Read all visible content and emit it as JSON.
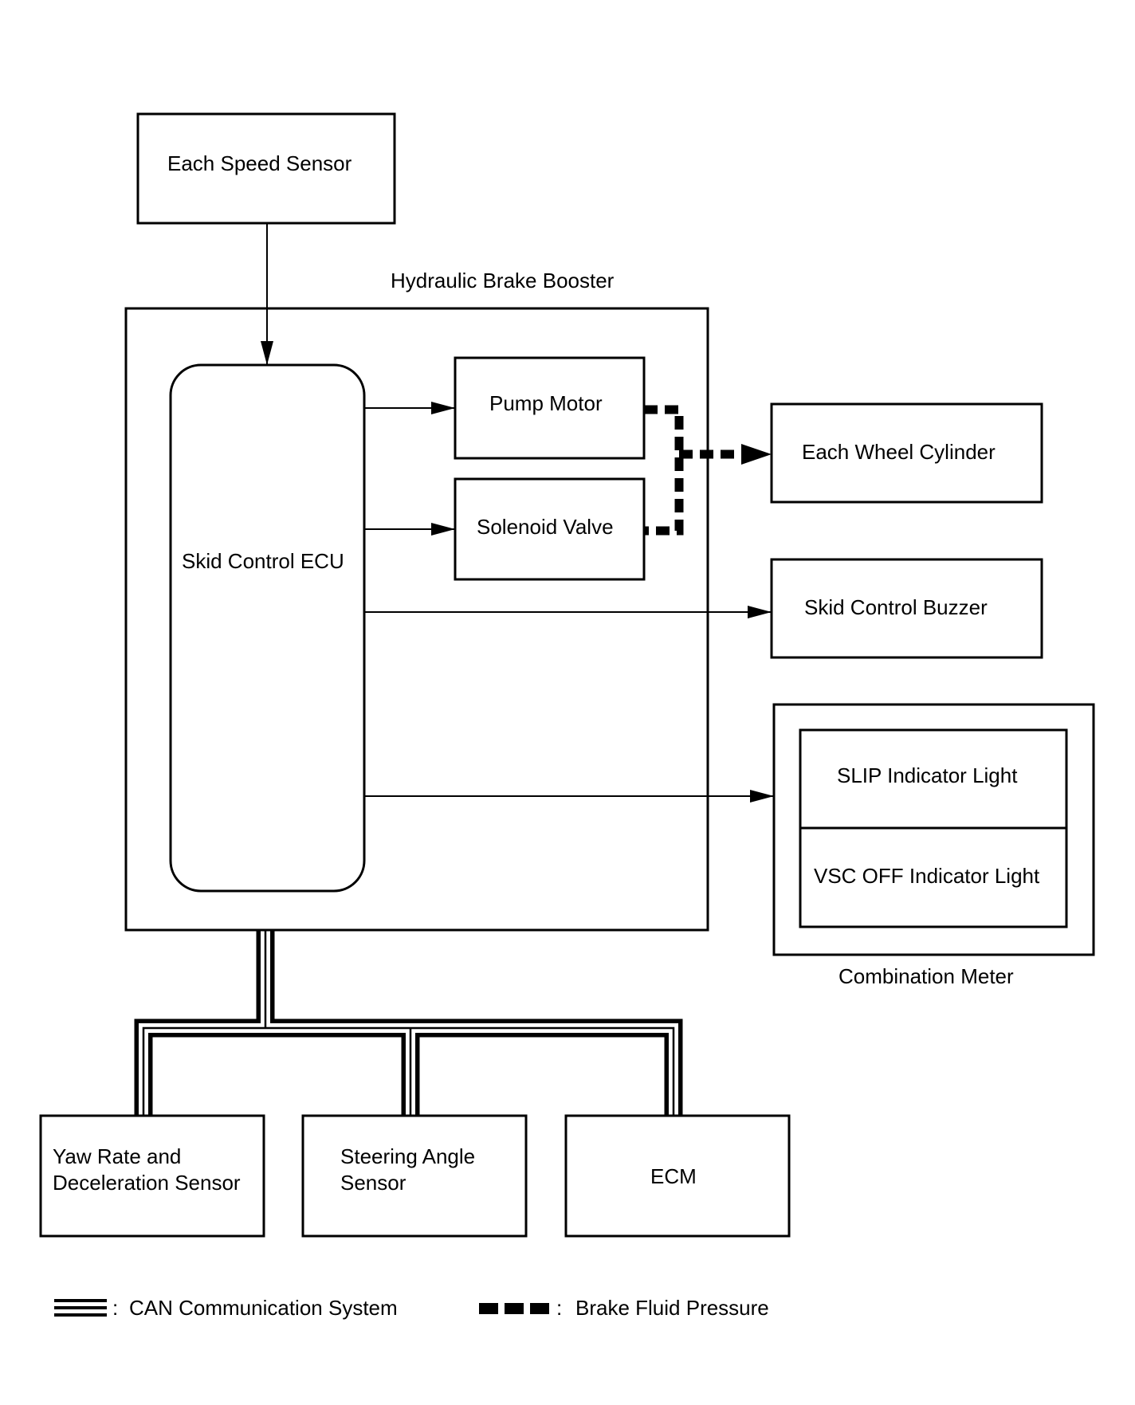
{
  "diagram": {
    "nodes": {
      "speed_sensor": "Each Speed Sensor",
      "booster": "Hydraulic Brake Booster",
      "ecu": "Skid Control ECU",
      "pump_motor": "Pump Motor",
      "solenoid_valve": "Solenoid Valve",
      "wheel_cylinder": "Each Wheel Cylinder",
      "buzzer": "Skid Control Buzzer",
      "slip_light": "SLIP Indicator Light",
      "vsc_light": "VSC OFF Indicator Light",
      "combination_meter": "Combination Meter",
      "yaw_sensor_line1": "Yaw Rate and",
      "yaw_sensor_line2": "Deceleration Sensor",
      "steering_sensor_line1": "Steering Angle",
      "steering_sensor_line2": "Sensor",
      "ecm": "ECM"
    },
    "edges": [
      {
        "from": "Each Speed Sensor",
        "to": "Skid Control ECU",
        "type": "signal"
      },
      {
        "from": "Skid Control ECU",
        "to": "Pump Motor",
        "type": "signal"
      },
      {
        "from": "Skid Control ECU",
        "to": "Solenoid Valve",
        "type": "signal"
      },
      {
        "from": "Skid Control ECU",
        "to": "Skid Control Buzzer",
        "type": "signal"
      },
      {
        "from": "Skid Control ECU",
        "to": "Combination Meter",
        "type": "signal"
      },
      {
        "from": "Pump Motor",
        "to": "Each Wheel Cylinder",
        "type": "brake-fluid"
      },
      {
        "from": "Solenoid Valve",
        "to": "Each Wheel Cylinder",
        "type": "brake-fluid"
      },
      {
        "from": "Skid Control ECU",
        "to": "Yaw Rate and Deceleration Sensor",
        "type": "can"
      },
      {
        "from": "Skid Control ECU",
        "to": "Steering Angle Sensor",
        "type": "can"
      },
      {
        "from": "Skid Control ECU",
        "to": "ECM",
        "type": "can"
      }
    ],
    "legend": {
      "separator": ":",
      "can_label": "CAN Communication System",
      "fluid_label": "Brake Fluid Pressure"
    }
  }
}
